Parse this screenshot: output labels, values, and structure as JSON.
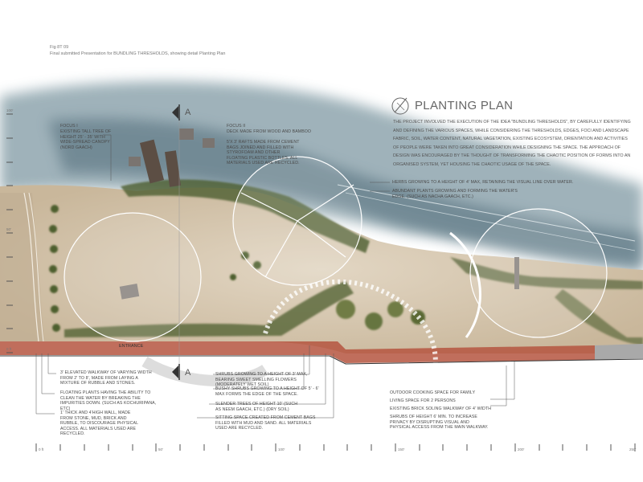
{
  "caption": {
    "fig": "Fig 8T 09",
    "text": "Final submitted Presentation for BUNDLING THRESHOLDS, showing detail Planting Plan"
  },
  "title": "PLANTING PLAN",
  "intro": "THE PROJECT INVOLVED THE EXECUTION OF THE IDEA \"BUNDLING THRESHOLDS\", BY CAREFULLY IDENTIFYING AND DEFINING THE VARIOUS SPACES, WHILE CONSIDERING THE THRESHOLDS, EDGES, FOCI AND LANDSCAPE FABRIC, SOIL, WATER CONTENT, NATURAL VAGETATION, EXISTING ECOSYSTEM, ORIENTATION AND ACTIVITIES OF PEOPLE WERE TAKEN INTO GREAT CONSIDERATION WHILE DESIGNING THE SPACE. THE APPROACH OF DESIGN WAS ENCOURAGED BY THE THOUGHT OF TRANSFORMING THE CHAOTIC POSITION OF FORMS INTO AN ORGANISED SYSTEM, YET HOUSING THE CHAOTIC USAGE OF THE SPACE.",
  "focus1": {
    "label": "FOCUS I",
    "text": "EXISTING TALL TREE OF HEIGHT 25' - 35' WITH WIDE-SPREAD CANOPY (Nord Gaach)"
  },
  "focus2": {
    "label": "FOCUS II",
    "text": "DECK MADE FROM WOOD AND BAMBOO",
    "text2": "5'x 3' RAFTS MADE FROM CEMENT BAGS JOINED AND FILLED WITH STYROFOAM AND OTHER FLOATING PLASTIC BOTTLES. ALL MATERIALS USED ARE RECYCLED."
  },
  "notes_right": [
    "HERBS GROWING TO A HEIGHT OF 4' MAX, RETAINING THE VISUAL LINE OVER WATER.",
    "ABUNDANT PLANTS GROWING AND FORMING THE WATER'S EDGE. (such as Nacha Gaach, etc.)"
  ],
  "notes_left": [
    "3' ELEVATED WALKWAY OF VARYING WIDTH FROM 2' TO 8', MADE FROM LAYING A MIXTURE OF RUBBLE AND STONES.",
    "FLOATING PLANTS HAVING THE ABILITY TO CLEAN THE WATER BY BREAKING THE IMPURITIES DOWN. (such as Kochuripana, etc)",
    "1' THICK AND 4'HIGH WALL, MADE FROM STONE, MUD, BRICK AND RUBBLE, TO DISCOURAGE PHYSICAL ACCESS. ALL MATERIALS USED ARE RECYCLED."
  ],
  "notes_mid": [
    "SHRUBS GROWING TO A HEIGHT OF 3' MAX, BEARING SWEET SMELLING FLOWERS (moderately wet soil)",
    "BUSHY SHRUBS GROWING TO A HEIGHT OF 5' - 6' MAX FORMS THE EDGE OF THE SPACE.",
    "SLENDER TREES OF HEIGHT 10' (such as Neem Gaach, etc.) (dry soil)",
    "SITTING SPACE CREATED FROM CEMENT BAGS FILLED WITH MUD AND SAND. ALL MATERIALS USED ARE RECYCLED."
  ],
  "notes_br": [
    "OUTDOOR COOKING SPACE FOR FAMILY",
    "LIVING SPACE FOR 2 PERSONS",
    "EXISTING BRICK SOLING WALKWAY OF 4' WIDTH",
    "SHRUBS OF HEIGHT 6' MIN. TO INCREASE PRIVACY BY DISRUPTING VISUAL AND PHYSICAL ACCESS FROM THE MAIN WALKWAY."
  ],
  "entrance": "ENTRANCE",
  "section_marker": "A",
  "scale_labels": [
    "0 ft",
    "50'",
    "100'",
    "150'",
    "200'",
    "250'"
  ],
  "side_scale_labels": [
    "100'",
    "50'",
    "0 ft"
  ],
  "colors": {
    "water": "#6f8a96",
    "ground": "#d8c8b0",
    "vegetation": "#4d5e2e",
    "walkway": "#b5553f"
  }
}
